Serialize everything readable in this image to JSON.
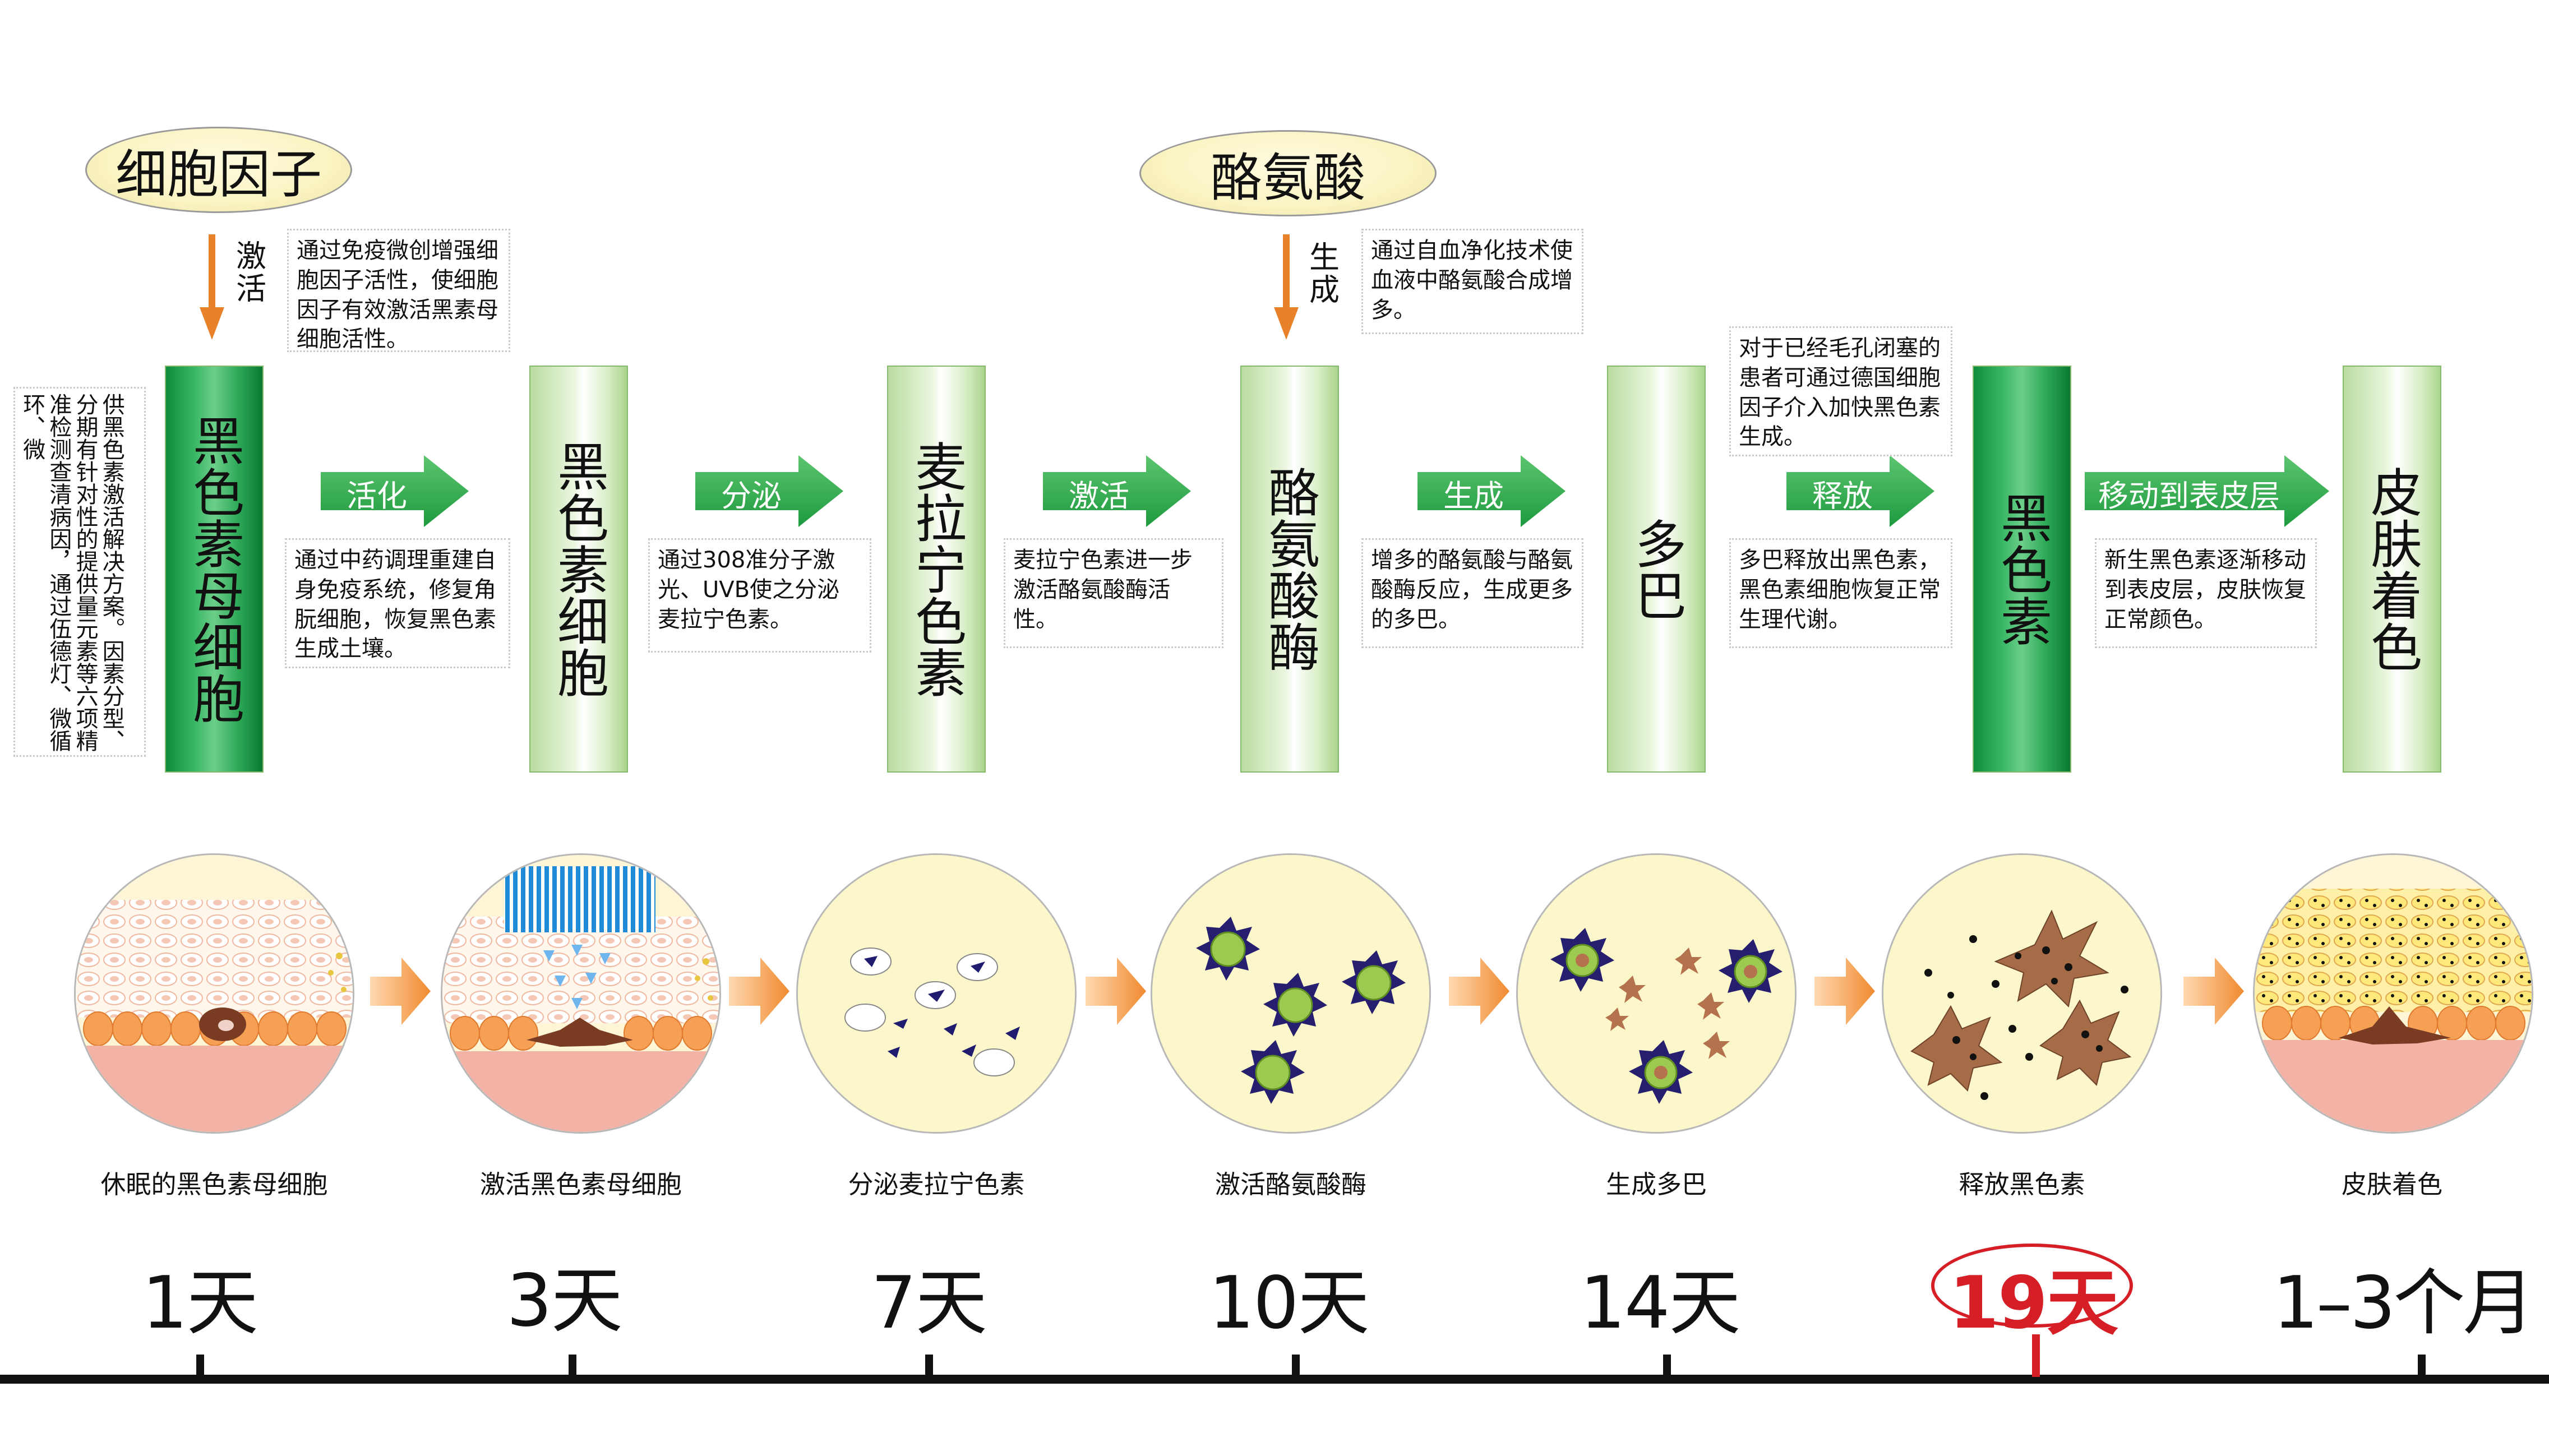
{
  "top_labels": {
    "cytokine": "细胞因子",
    "tyrosine": "酪氨酸"
  },
  "vertical_arrow_labels": {
    "activate": "激活",
    "generate": "生成"
  },
  "left_note": "供黑色素激活解决方案。因素分型、分期有针对性的提供量元素等六项精准检测查清病因，通过伍德灯、微循环、微",
  "stages": [
    {
      "label": "黑色素母细胞",
      "style": "dark"
    },
    {
      "label": "黑色素细胞",
      "style": "light"
    },
    {
      "label": "麦拉宁色素",
      "style": "light"
    },
    {
      "label": "酪氨酸酶",
      "style": "light"
    },
    {
      "label": "多巴",
      "style": "light"
    },
    {
      "label": "黑色素",
      "style": "dark"
    },
    {
      "label": "皮肤着色",
      "style": "light"
    }
  ],
  "flow_arrows": [
    "活化",
    "分泌",
    "激活",
    "生成",
    "释放",
    "移动到表皮层"
  ],
  "notes": {
    "cytokine": "通过免疫微创增强细胞因子活性，使细胞因子有效激活黑素母细胞活性。",
    "activation": "通过中药调理重建自身免疫系统，修复角朊细胞，恢复黑色素生成土壤。",
    "secretion": "通过308准分子激光、UVB使之分泌麦拉宁色素。",
    "enzyme": "麦拉宁色素进一步激活酪氨酸酶活性。",
    "blood": "通过自血净化技术使血液中酪氨酸合成增多。",
    "dopa": "增多的酪氨酸与酪氨酸酶反应，生成更多的多巴。",
    "pores": "对于已经毛孔闭塞的患者可通过德国细胞因子介入加快黑色素生成。",
    "release": "多巴释放出黑色素，黑色素细胞恢复正常生理代谢。",
    "epidermis": "新生黑色素逐渐移动到表皮层，皮肤恢复正常颜色。"
  },
  "circles": [
    {
      "caption": "休眠的黑色素母细胞",
      "icon": "dormant-melanoblast-illustration"
    },
    {
      "caption": "激活黑色素母细胞",
      "icon": "activated-melanoblast-illustration"
    },
    {
      "caption": "分泌麦拉宁色素",
      "icon": "melanin-secretion-illustration"
    },
    {
      "caption": "激活酪氨酸酶",
      "icon": "tyrosinase-activation-illustration"
    },
    {
      "caption": "生成多巴",
      "icon": "dopa-generation-illustration"
    },
    {
      "caption": "释放黑色素",
      "icon": "melanin-release-illustration"
    },
    {
      "caption": "皮肤着色",
      "icon": "skin-pigmentation-illustration"
    }
  ],
  "timeline": {
    "days": [
      "1天",
      "3天",
      "7天",
      "10天",
      "14天",
      "19天",
      "1–3个月"
    ],
    "highlighted_index": 5,
    "highlight_color": "#d61e26"
  },
  "colors": {
    "orange_arrow": "#e8822a",
    "green_arrow": "#2fa84f",
    "highlight": "#d61e26"
  }
}
